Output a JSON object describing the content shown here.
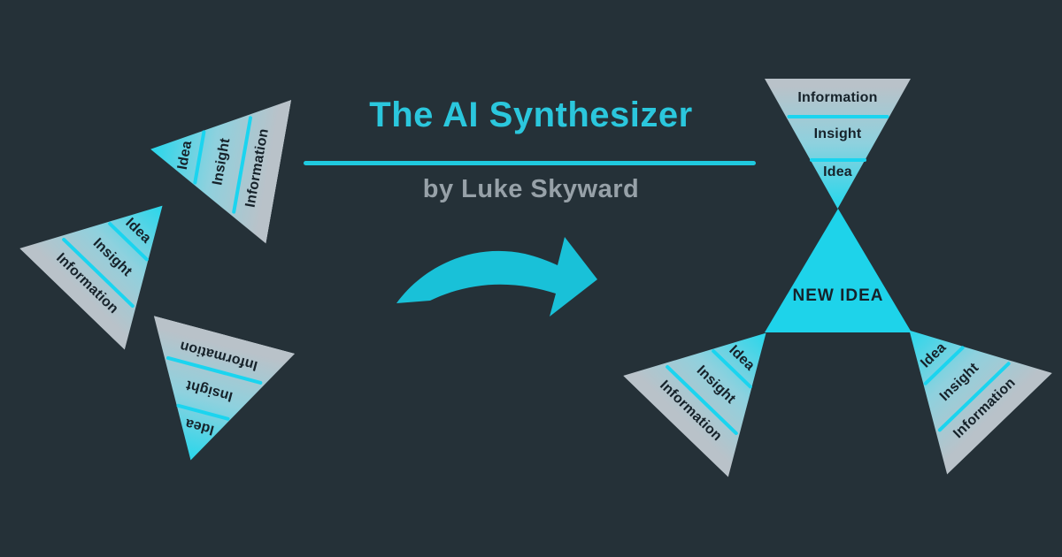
{
  "header": {
    "title": "The AI Synthesizer",
    "byline": "by Luke Skyward"
  },
  "pyramid_labels": {
    "top": "Idea",
    "middle": "Insight",
    "base": "Information"
  },
  "result": {
    "label": "NEW IDEA"
  },
  "icons": {
    "arrow": "curved-right-arrow"
  },
  "colors": {
    "bg": "#253138",
    "accent": "#2BC7DD",
    "divider": "#1FC9DF",
    "byline": "#97A1A8",
    "bright": "#1ED3EA",
    "arrow": "#19C1D8",
    "apex": "#30D6EA",
    "mid": "#8ED1DE",
    "base": "#B9C2C9",
    "sep": "#1BD4EF",
    "dark": "#16222A"
  }
}
